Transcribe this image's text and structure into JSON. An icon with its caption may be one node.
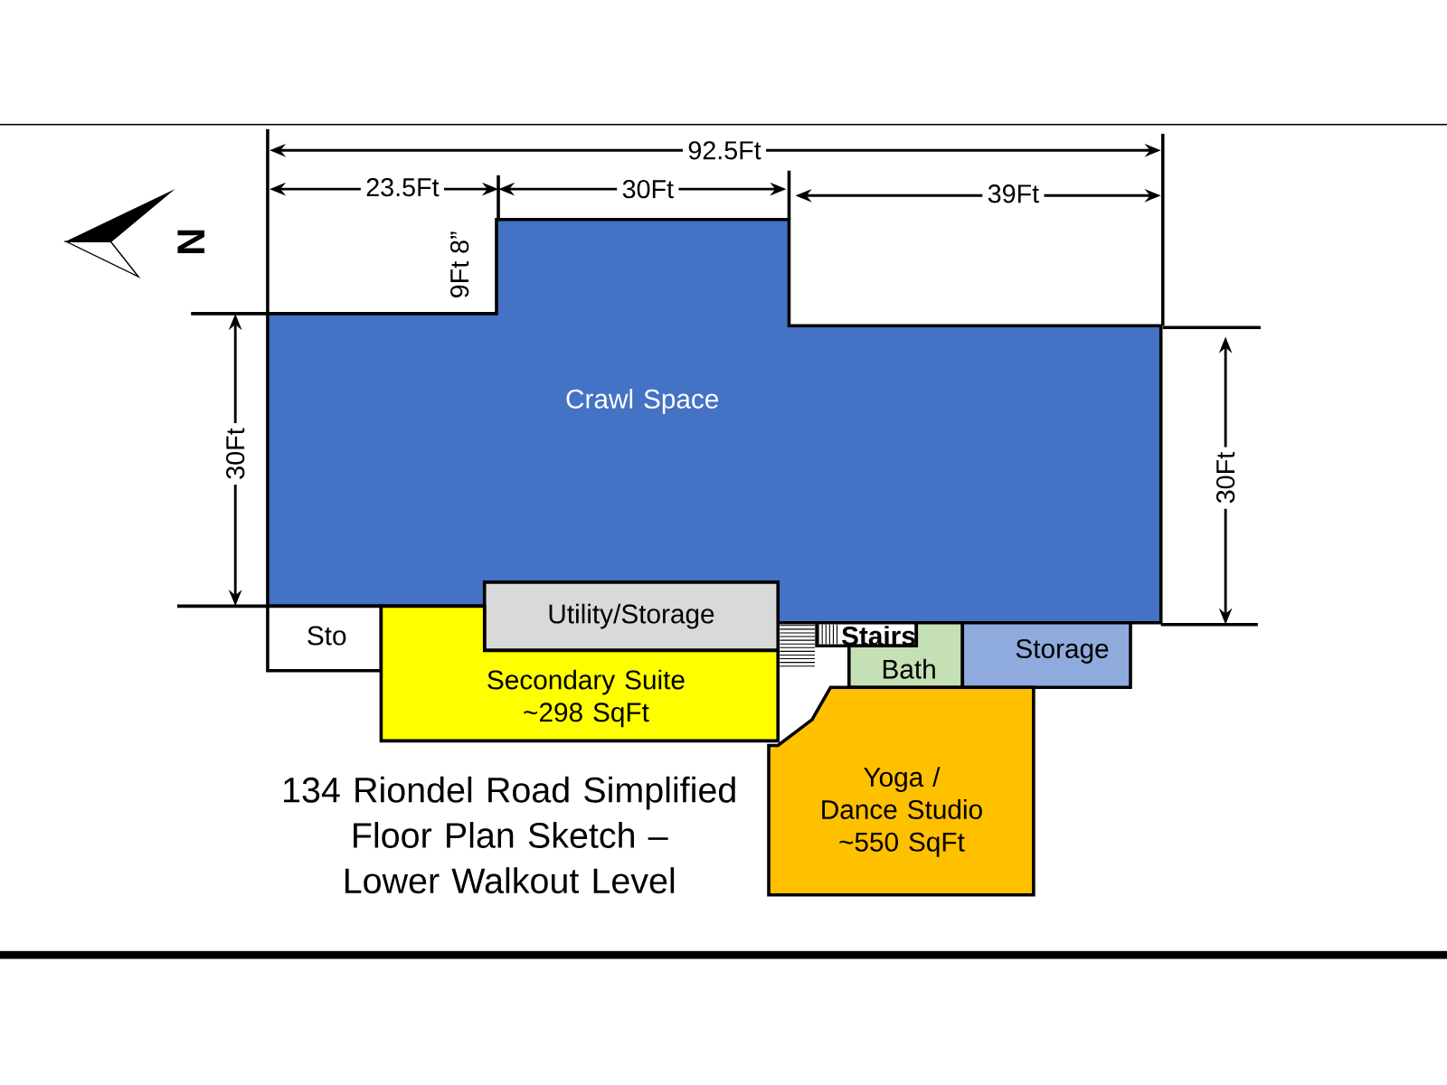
{
  "diagram": {
    "title": "134 Riondel Road Simplified Floor Plan Sketch – Lower Walkout Level",
    "nodes": [
      {
        "text": [
          "Crawl Space"
        ]
      },
      {
        "text": [
          "Utility/Storage"
        ]
      },
      {
        "text": [
          "Sto"
        ]
      },
      {
        "text": [
          "Stairs"
        ]
      },
      {
        "text": [
          "Secondary Suite",
          "~298 SqFt"
        ]
      },
      {
        "text": [
          "Bath"
        ]
      },
      {
        "text": [
          "Storage"
        ]
      },
      {
        "text": [
          "Yoga / Dance Studio",
          "~550 SqFt"
        ]
      }
    ],
    "labels": [
      "92.5Ft",
      "23.5Ft",
      "30Ft",
      "39Ft",
      "N",
      "9Ft 8”",
      "30Ft",
      "30Ft"
    ]
  }
}
